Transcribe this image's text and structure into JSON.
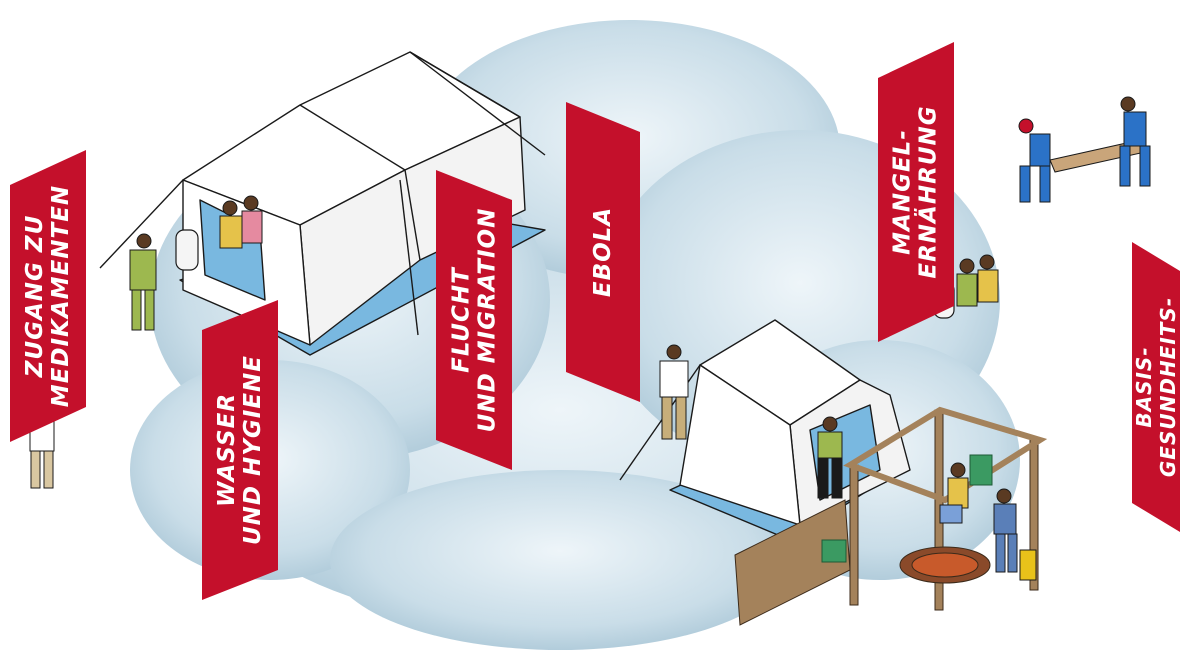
{
  "colors": {
    "banner_red": "#c4102b",
    "tent_floor": "#79b8e0",
    "cloud": "#c9dde8",
    "wood": "#a4825b"
  },
  "banners": [
    {
      "lines": [
        "ZUGANG ZU",
        "MEDIKAMENTEN"
      ]
    },
    {
      "lines": [
        "WASSER",
        "UND HYGIENE"
      ]
    },
    {
      "lines": [
        "FLUCHT",
        "UND MIGRATION"
      ]
    },
    {
      "lines": [
        "EBOLA"
      ]
    },
    {
      "lines": [
        "MANGEL-",
        "ERNÄHRUNG"
      ]
    },
    {
      "lines": [
        "BASIS-",
        "GESUNDHEITS-"
      ]
    }
  ],
  "icons": [
    "cloud-icon",
    "tent-icon",
    "person-icon",
    "stretcher-icon",
    "water-tank-icon",
    "chair-icon",
    "wooden-frame-icon"
  ]
}
